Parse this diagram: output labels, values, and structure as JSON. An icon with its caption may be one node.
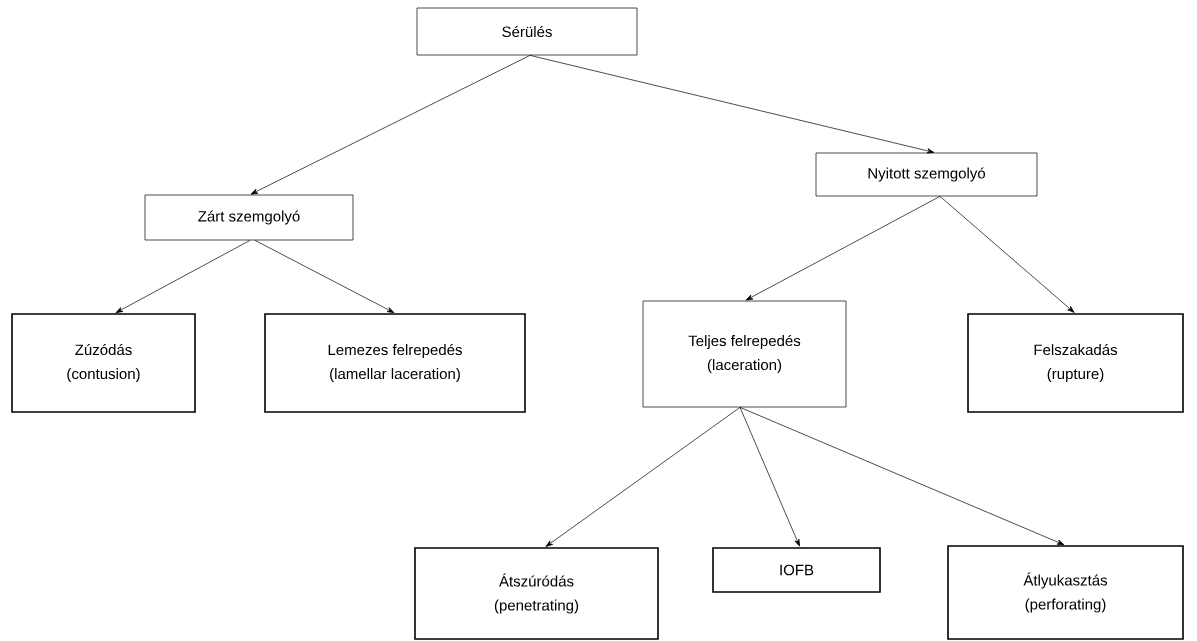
{
  "diagram": {
    "nodes": [
      {
        "text": [
          "Sérülés"
        ]
      },
      {
        "text": [
          "Zárt szemgolyó"
        ]
      },
      {
        "text": [
          "Nyitott szemgolyó"
        ]
      },
      {
        "text": [
          "Zúzódás",
          "(contusion)"
        ]
      },
      {
        "text": [
          "Lemezes felrepedés",
          "(lamellar laceration)"
        ]
      },
      {
        "text": [
          "Teljes felrepedés",
          "(laceration)"
        ]
      },
      {
        "text": [
          "Felszakadás",
          "(rupture)"
        ]
      },
      {
        "text": [
          "Átszúródás",
          "(penetrating)"
        ]
      },
      {
        "text": [
          "IOFB"
        ]
      },
      {
        "text": [
          "Átlyukasztás",
          "(perforating)"
        ]
      }
    ],
    "edges": [
      {
        "from": 0,
        "to": 1,
        "arrow": "to"
      },
      {
        "from": 0,
        "to": 2,
        "arrow": "to"
      },
      {
        "from": 1,
        "to": 3,
        "arrow": "to"
      },
      {
        "from": 1,
        "to": 4,
        "arrow": "to"
      },
      {
        "from": 2,
        "to": 5,
        "arrow": "to"
      },
      {
        "from": 2,
        "to": 6,
        "arrow": "to"
      },
      {
        "from": 5,
        "to": 7,
        "arrow": "to"
      },
      {
        "from": 5,
        "to": 8,
        "arrow": "to"
      },
      {
        "from": 5,
        "to": 9,
        "arrow": "to"
      }
    ]
  }
}
